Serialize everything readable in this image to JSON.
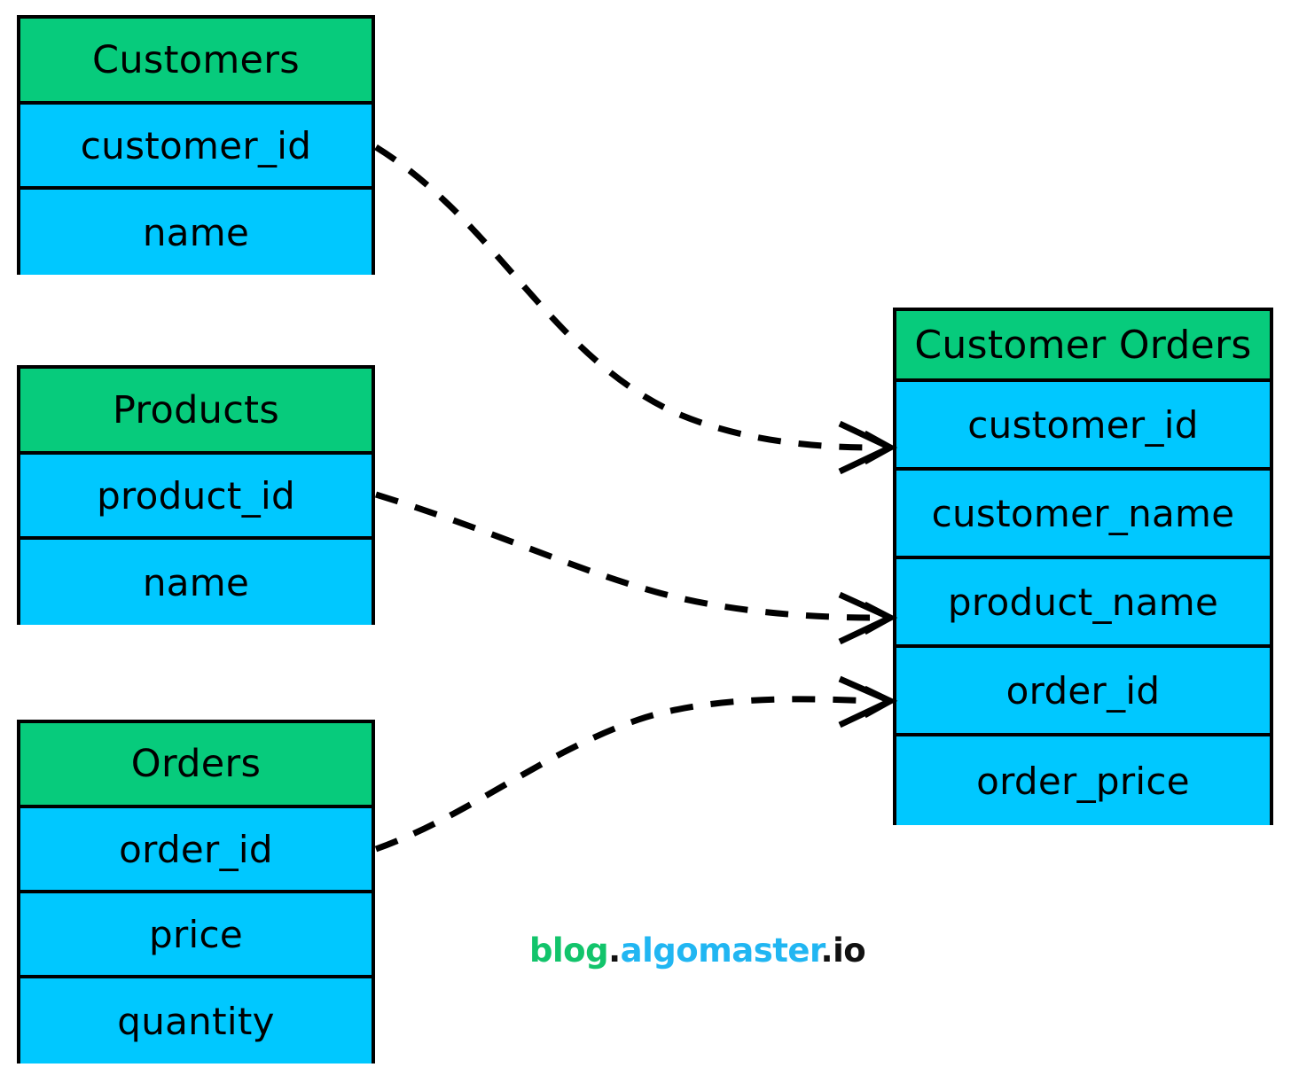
{
  "colors": {
    "header_green": "#07CB7C",
    "field_blue": "#00C8FF",
    "border_black": "#000000",
    "background": "#FFFFFF",
    "watermark_green": "#12C46B",
    "watermark_blue": "#21B6F2",
    "watermark_black": "#111111"
  },
  "diagram": {
    "type": "entity-relationship-join-diagram",
    "source_tables": [
      {
        "id": "customers",
        "title": "Customers",
        "fields": [
          "customer_id",
          "name"
        ]
      },
      {
        "id": "products",
        "title": "Products",
        "fields": [
          "product_id",
          "name"
        ]
      },
      {
        "id": "orders",
        "title": "Orders",
        "fields": [
          "order_id",
          "price",
          "quantity"
        ]
      }
    ],
    "result_table": {
      "id": "customer-orders",
      "title": "Customer Orders",
      "fields": [
        "customer_id",
        "customer_name",
        "product_name",
        "order_id",
        "order_price"
      ]
    },
    "connections": [
      {
        "from_table": "Customers",
        "from_field": "customer_id",
        "to_table": "Customer Orders",
        "to_field": "customer_id"
      },
      {
        "from_table": "Products",
        "from_field": "product_id",
        "to_table": "Customer Orders",
        "to_field": "product_name"
      },
      {
        "from_table": "Orders",
        "from_field": "order_id",
        "to_table": "Customer Orders",
        "to_field": "order_id"
      }
    ]
  },
  "watermark": {
    "part_blog": "blog",
    "dot1": ".",
    "part_algomaster": "algomaster",
    "dot2": ".",
    "part_io": "io"
  }
}
